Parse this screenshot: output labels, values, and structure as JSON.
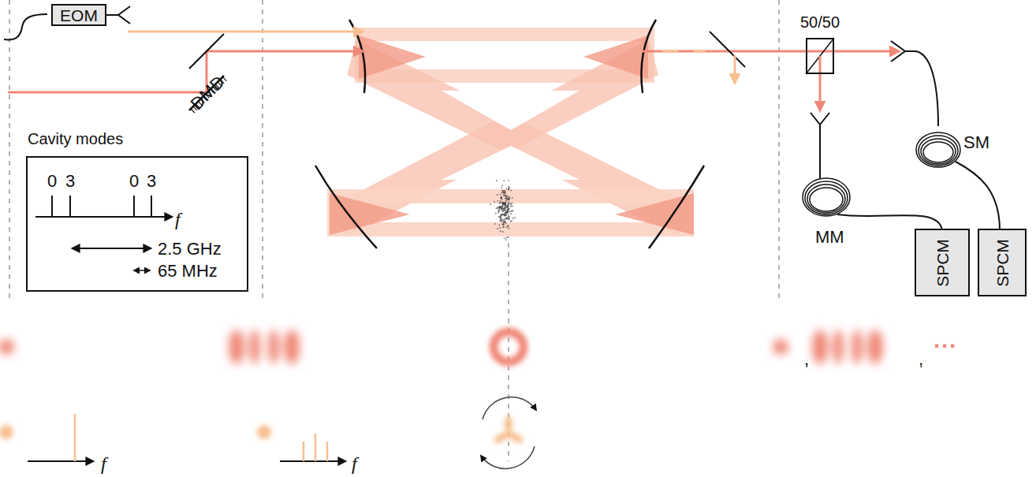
{
  "diagram": {
    "nodes": [
      {
        "text": [
          "EOM"
        ]
      },
      {
        "text": [
          "Cavity modes"
        ]
      },
      {
        "text": [
          "50/50"
        ]
      },
      {
        "text": [
          "SPCM"
        ]
      },
      {
        "text": [
          "SPCM"
        ]
      }
    ],
    "labels": [
      "DMD",
      "0",
      "3",
      "0",
      "3",
      "f",
      "2.5 GHz",
      "65 MHz",
      "SM",
      "MM",
      ",",
      ",",
      "···",
      "f",
      "f"
    ]
  }
}
